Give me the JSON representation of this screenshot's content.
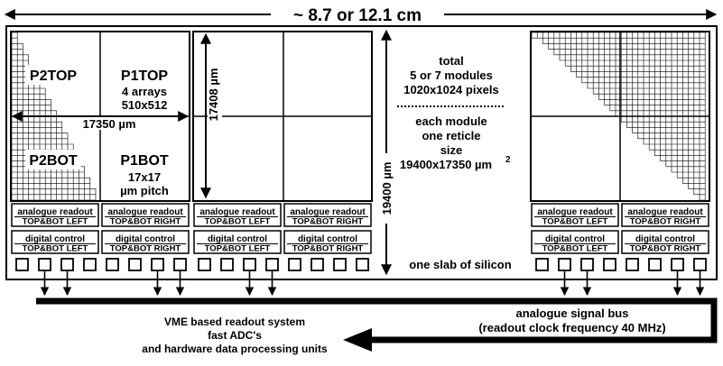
{
  "title": "~ 8.7 or 12.1 cm",
  "module": {
    "p2top": "P2TOP",
    "p1top": "P1TOP",
    "arrays_line1": "4 arrays",
    "arrays_line2": "510x512",
    "width_dim": "17350 µm",
    "p2bot": "P2BOT",
    "p1bot": "P1BOT",
    "pitch_line1": "17x17",
    "pitch_line2": "µm pitch",
    "height_dim": "17408 µm"
  },
  "readout": {
    "analogue_title": "analogue readout",
    "left_sub": "TOP&BOT LEFT",
    "right_sub": "TOP&BOT RIGHT",
    "digital_title": "digital control"
  },
  "info": {
    "total_line1": "total",
    "total_line2": "5 or 7 modules",
    "total_line3": "1020x1024 pixels",
    "each_line1": "each module",
    "each_line2": "one reticle",
    "each_line3": "size",
    "each_line4": "19400x17350 µm",
    "each_sup": "2",
    "slab_height": "19400 µm",
    "slab_label": "one slab of silicon"
  },
  "bus": {
    "label_line1": "analogue signal bus",
    "label_line2": "(readout clock frequency 40 MHz)"
  },
  "system": {
    "line1": "VME based readout system",
    "line2": "fast ADC's",
    "line3": "and hardware data processing units"
  }
}
